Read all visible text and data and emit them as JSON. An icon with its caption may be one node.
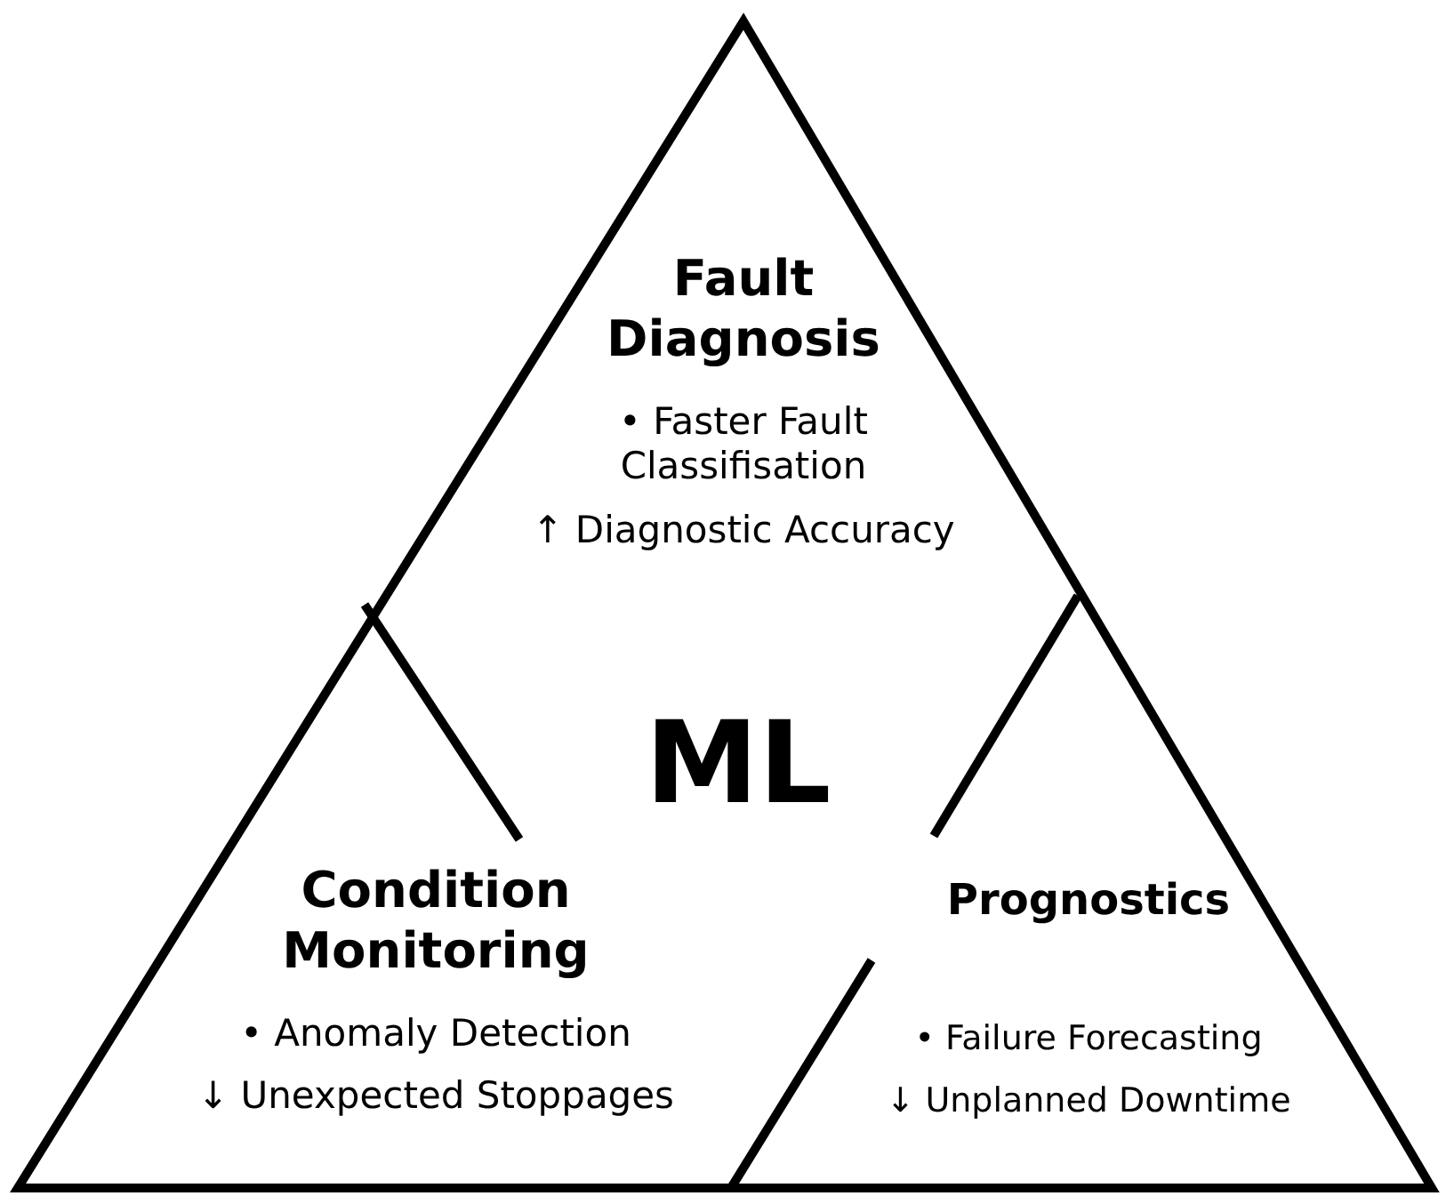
{
  "diagram": {
    "nodes": [
      {
        "text": [
          "Fault Diagnosis",
          "• Faster Fault Classifisation",
          "↑ Diagnostic Accuracy"
        ]
      },
      {
        "text": [
          "Condition Monitoring",
          "• Anomaly Detection",
          "↓ Unexpected Stoppages"
        ]
      },
      {
        "text": [
          "Prognostics",
          "• Failure Forecasting",
          "↓ Unplanned Downtime"
        ]
      }
    ],
    "labels": [
      "ML"
    ]
  }
}
